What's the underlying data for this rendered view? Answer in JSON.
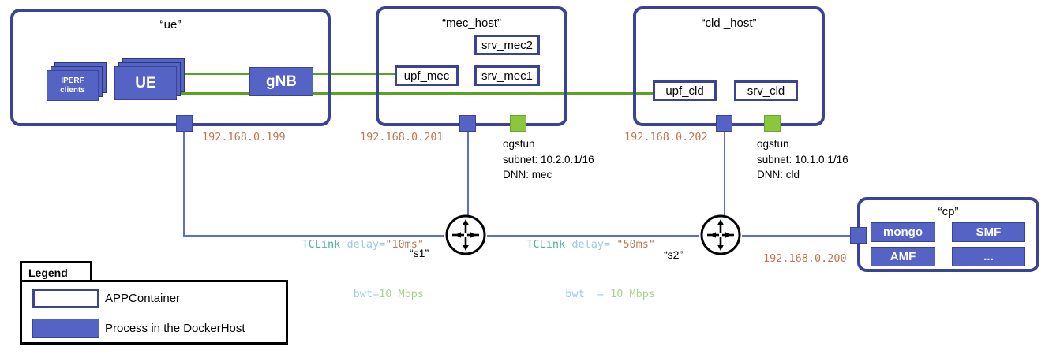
{
  "diagram": {
    "title_ue": "“ue”",
    "title_mec": "“mec_host”",
    "title_cld": "“cld _host”",
    "title_cp": "“cp”"
  },
  "ue_host": {
    "label": "“ue”",
    "processes": [
      {
        "name": "iperf-clients",
        "label": "IPERF\nclients"
      },
      {
        "name": "ue",
        "label": "UE"
      },
      {
        "name": "gnb",
        "label": "gNB"
      }
    ],
    "ip": "192.168.0.199"
  },
  "mec_host": {
    "label": "“mec_host”",
    "containers": [
      {
        "name": "upf-mec",
        "label": "upf_mec"
      },
      {
        "name": "srv-mec1",
        "label": "srv_mec1"
      },
      {
        "name": "srv-mec2",
        "label": "srv_mec2"
      }
    ],
    "ip": "192.168.0.201",
    "ogstun": {
      "name": "ogstun",
      "subnet": "subnet: 10.2.0.1/16",
      "dnn": "DNN: mec"
    }
  },
  "cld_host": {
    "label": "“cld _host”",
    "containers": [
      {
        "name": "upf-cld",
        "label": "upf_cld"
      },
      {
        "name": "srv-cld",
        "label": "srv_cld"
      }
    ],
    "ip": "192.168.0.202",
    "ogstun": {
      "name": "ogstun",
      "subnet": "subnet: 10.1.0.1/16",
      "dnn": "DNN: cld"
    }
  },
  "cp_host": {
    "label": "“cp”",
    "processes": [
      {
        "name": "mongo",
        "label": "mongo"
      },
      {
        "name": "smf",
        "label": "SMF"
      },
      {
        "name": "amf",
        "label": "AMF"
      },
      {
        "name": "more",
        "label": "..."
      }
    ],
    "ip": "192.168.0.200"
  },
  "switches": [
    {
      "name": "s1",
      "label": "“s1”"
    },
    {
      "name": "s2",
      "label": "“s2”"
    }
  ],
  "tclinks": [
    {
      "name": "tclink-s1",
      "line1_kw": "TCLink ",
      "line1_key": "delay=",
      "line1_val": "\"10ms\"",
      "line2_key": "bwt=",
      "line2_num": "10 Mbps"
    },
    {
      "name": "tclink-s2",
      "line1_kw": "TCLink ",
      "line1_key": "delay= ",
      "line1_val": "\"50ms\"",
      "line2_key": "bwt  = ",
      "line2_num": "10 Mbps"
    }
  ],
  "legend": {
    "title": "Legend",
    "items": [
      {
        "name": "appcontainer",
        "label": "APPContainer"
      },
      {
        "name": "dockerhost-process",
        "label": "Process in the DockerHost"
      }
    ]
  },
  "colors": {
    "host_border": "#3b4395",
    "process_fill": "#5463c4",
    "green_link": "#5aa321",
    "blue_link": "#5b6fd0",
    "ogstun_if": "#8cc63f",
    "ip_text": "#c0764f"
  }
}
